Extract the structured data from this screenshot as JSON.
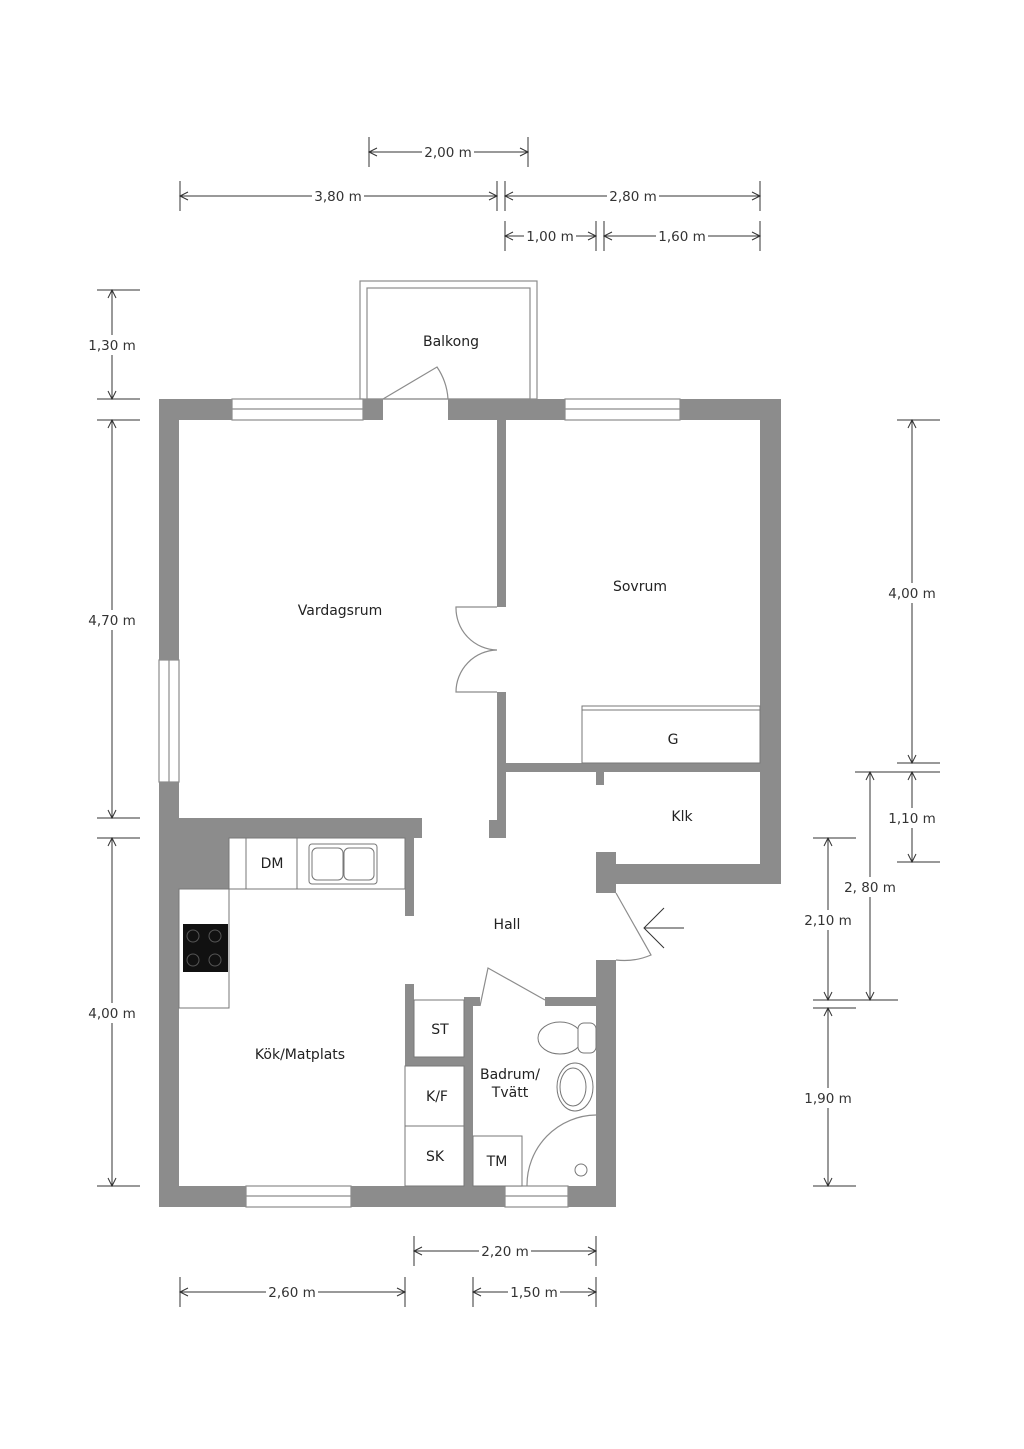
{
  "rooms": {
    "balkong": "Balkong",
    "vardagsrum": "Vardagsrum",
    "sovrum": "Sovrum",
    "garderob": "G",
    "klk": "Klk",
    "hall": "Hall",
    "kok": "Kök/Matplats",
    "dm": "DM",
    "st": "ST",
    "kf": "K/F",
    "sk": "SK",
    "badrum_1": "Badrum/",
    "badrum_2": "Tvätt",
    "tm": "TM"
  },
  "dimensions": {
    "top_200": "2,00 m",
    "top_380": "3,80 m",
    "top_280": "2,80 m",
    "top_100": "1,00 m",
    "top_160": "1,60 m",
    "left_130": "1,30 m",
    "left_470": "4,70 m",
    "left_400": "4,00 m",
    "right_400": "4,00 m",
    "right_110": "1,10 m",
    "right_280": "2, 80 m",
    "right_210": "2,10 m",
    "right_190": "1,90 m",
    "bottom_220": "2,20 m",
    "bottom_260": "2,60 m",
    "bottom_150": "1,50 m"
  }
}
